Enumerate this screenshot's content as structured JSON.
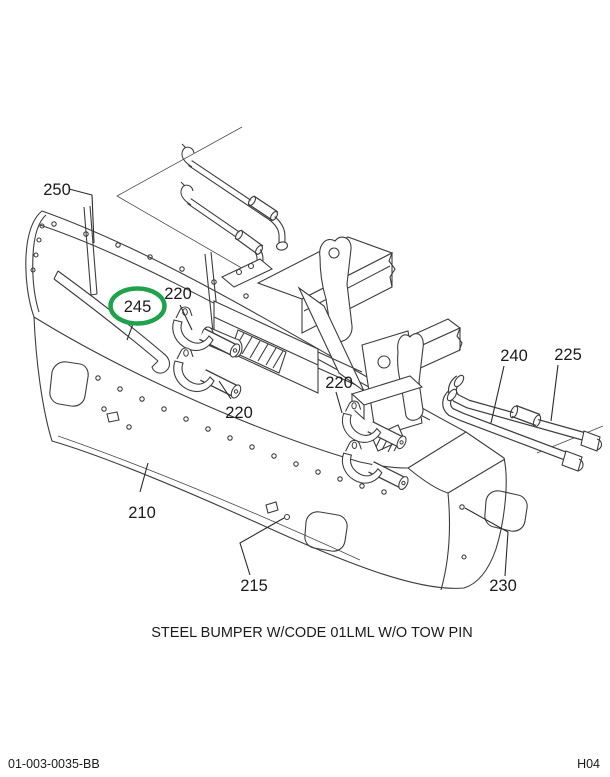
{
  "page": {
    "caption": "STEEL BUMPER W/CODE 01LML W/O TOW PIN",
    "footer": {
      "left_code": "01-003-0035-BB",
      "right_code": "H04"
    },
    "highlight": {
      "color": "#1EA24C",
      "circled_callout": "245"
    },
    "callouts": [
      {
        "text": "250"
      },
      {
        "text": "245"
      },
      {
        "text": "220"
      },
      {
        "text": "220"
      },
      {
        "text": "220"
      },
      {
        "text": "240"
      },
      {
        "text": "225"
      },
      {
        "text": "210"
      },
      {
        "text": "215"
      },
      {
        "text": "230"
      }
    ]
  }
}
